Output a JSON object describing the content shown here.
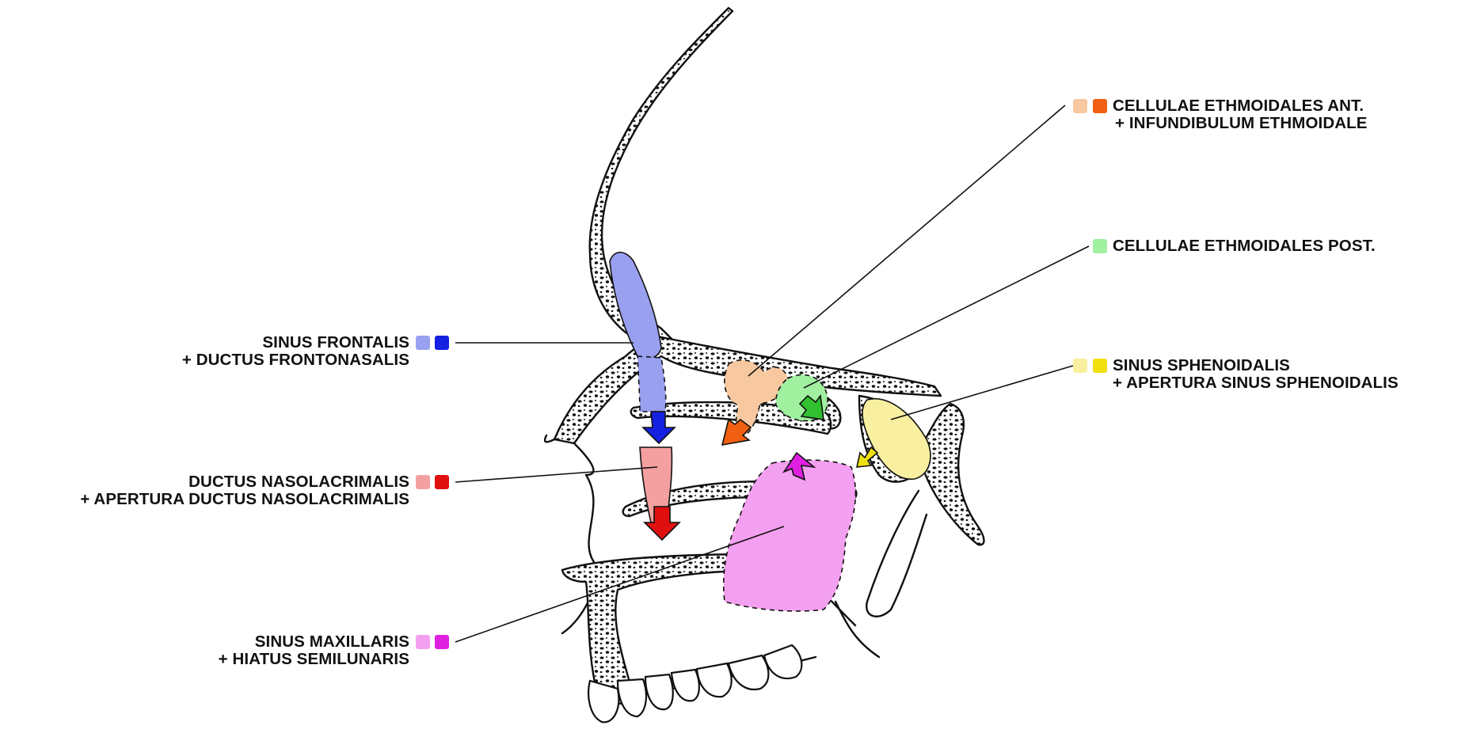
{
  "labels": {
    "frontal": {
      "line1": "SINUS FRONTALIS",
      "line2": "+ DUCTUS FRONTONASALIS",
      "light": "#9aa0f0",
      "dark": "#1520e0"
    },
    "nasolac": {
      "line1": "DUCTUS NASOLACRIMALIS",
      "line2": "+ APERTURA DUCTUS NASOLACRIMALIS",
      "light": "#f4a0a0",
      "dark": "#e01010"
    },
    "maxillary": {
      "line1": "SINUS MAXILLARIS",
      "line2": "+ HIATUS SEMILUNARIS",
      "light": "#f4a0f0",
      "dark": "#e020e0"
    },
    "ethant": {
      "line1": "CELLULAE ETHMOIDALES ANT.",
      "line2": "+ INFUNDIBULUM ETHMOIDALE",
      "light": "#f8c8a0",
      "dark": "#f06010"
    },
    "ethpost": {
      "line1": "CELLULAE ETHMOIDALES POST.",
      "light": "#a0f0a0"
    },
    "sphenoid": {
      "line1": "SINUS SPHENOIDALIS",
      "line2": "+ APERTURA SINUS SPHENOIDALIS",
      "light": "#f8f0a0",
      "dark": "#f0e010"
    }
  }
}
